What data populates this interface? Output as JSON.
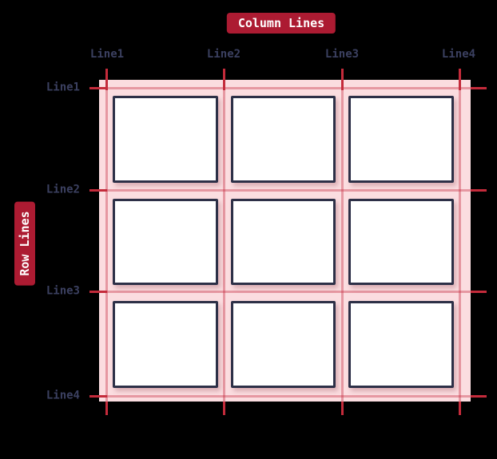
{
  "diagram": {
    "column_badge": "Column Lines",
    "row_badge": "Row Lines",
    "column_labels": [
      "Line1",
      "Line2",
      "Line3",
      "Line4"
    ],
    "row_labels": [
      "Line1",
      "Line2",
      "Line3",
      "Line4"
    ],
    "grid": {
      "columns": 3,
      "rows": 3,
      "items": 9,
      "column_line_count": 4,
      "row_line_count": 4
    },
    "colors": {
      "background": "#000000",
      "badge": "#AC1B32",
      "badge_text": "#FFFFFF",
      "label_text": "#3B4060",
      "grid_background": "#FBDDE0",
      "grid_line": "rgba(197,40,61,0.38)",
      "tick": "#C42B3B",
      "box_border": "#2D3047",
      "box_fill": "#FFFFFF"
    }
  }
}
